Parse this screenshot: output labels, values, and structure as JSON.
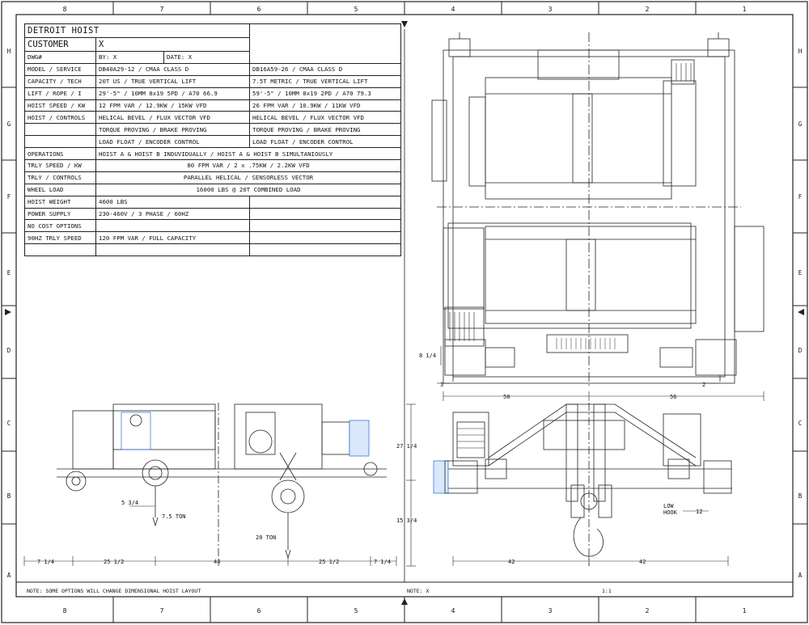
{
  "brand": "DETROIT HOIST",
  "header": {
    "customer_label": "CUSTOMER",
    "customer_value": "X",
    "dwg_label": "DWG#",
    "by_label": "BY: X",
    "date_label": "DATE: X"
  },
  "rows": [
    {
      "label": "MODEL / SERVICE",
      "a": "DB40A29-12 / CMAA CLASS D",
      "b": "DB16A59-26 / CMAA CLASS D"
    },
    {
      "label": "CAPACITY / TECH",
      "a": "20T US / TRUE VERTICAL LIFT",
      "b": "7.5T METRIC / TRUE VERTICAL LIFT"
    },
    {
      "label": "LIFT / ROPE / I",
      "a": "29'-5\" / 10MM 8x19 5PD / A70 66.9",
      "b": "59'-5\" / 10MM 8x19 2PD / A70 79.3"
    },
    {
      "label": "HOIST SPEED / KW",
      "a": "12 FPM VAR / 12.9KW / 15KW VFD",
      "b": "26 FPM VAR / 10.9KW / 11KW VFD"
    },
    {
      "label": "HOIST / CONTROLS",
      "a": "HELICAL BEVEL / FLUX VECTOR VFD",
      "b": "HELICAL BEVEL / FLUX VECTOR VFD"
    },
    {
      "label": "",
      "a": "TORQUE PROVING / BRAKE PROVING",
      "b": "TORQUE PROVING / BRAKE PROVING"
    },
    {
      "label": "",
      "a": "LOAD FLOAT / ENCODER CONTROL",
      "b": "LOAD FLOAT / ENCODER CONTROL"
    }
  ],
  "span_rows": [
    {
      "label": "OPERATIONS",
      "value": "HOIST A & HOIST B INDUVIDUALLY / HOIST A & HOIST B SIMULTANIOUSLY"
    },
    {
      "label": "TRLY SPEED / KW",
      "value": "80 FPM VAR / 2 x .75KW / 2.2KW VFD"
    },
    {
      "label": "TRLY / CONTROLS",
      "value": "PARALLEL HELICAL / SENSORLESS VECTOR"
    },
    {
      "label": "WHEEL LOAD",
      "value": "16000 LBS @ 20T COMBINED LOAD"
    }
  ],
  "tail_rows": [
    {
      "label": "HOIST WEIGHT",
      "a": "4600 LBS"
    },
    {
      "label": "POWER SUPPLY",
      "a": "230-460V / 3 PHASE / 60HZ"
    },
    {
      "label": "NO COST OPTIONS",
      "a": ""
    },
    {
      "label": "90HZ TRLY SPEED",
      "a": "120 FPM VAR / FULL CAPACITY"
    }
  ],
  "grid": {
    "cols": [
      "8",
      "7",
      "6",
      "5",
      "4",
      "3",
      "2",
      "1"
    ],
    "rows": [
      "H",
      "G",
      "F",
      "E",
      "D",
      "C",
      "B",
      "A"
    ]
  },
  "dims": {
    "d_8_1_4": "8 1/4",
    "d_3": "3",
    "d_2": "2",
    "d_50": "50",
    "d_56": "56",
    "d_27_1_4": "27 1/4",
    "d_15_3_4": "15 3/4",
    "d_5_3_4": "5 3/4",
    "d_7_5_ton": "7.5 TON",
    "d_20_ton": "20 TON",
    "d_7_1_4_l": "7 1/4",
    "d_25_1_2_l": "25 1/2",
    "d_44": "44",
    "d_25_1_2_r": "25 1/2",
    "d_7_1_4_r": "7 1/4",
    "d_42_l": "42",
    "d_42_r": "42",
    "d_low_hook": "LOW",
    "d_hook": "HOOK",
    "d_12": "12"
  },
  "footer": {
    "note_left": "NOTE:  SOME OPTIONS WILL CHANGE DIMENSIONAL HOIST LAYOUT",
    "note_right": "NOTE:  X",
    "scale": "1:1"
  },
  "colors": {
    "line": "#222222",
    "accent_blue": "#3a7bd5"
  }
}
